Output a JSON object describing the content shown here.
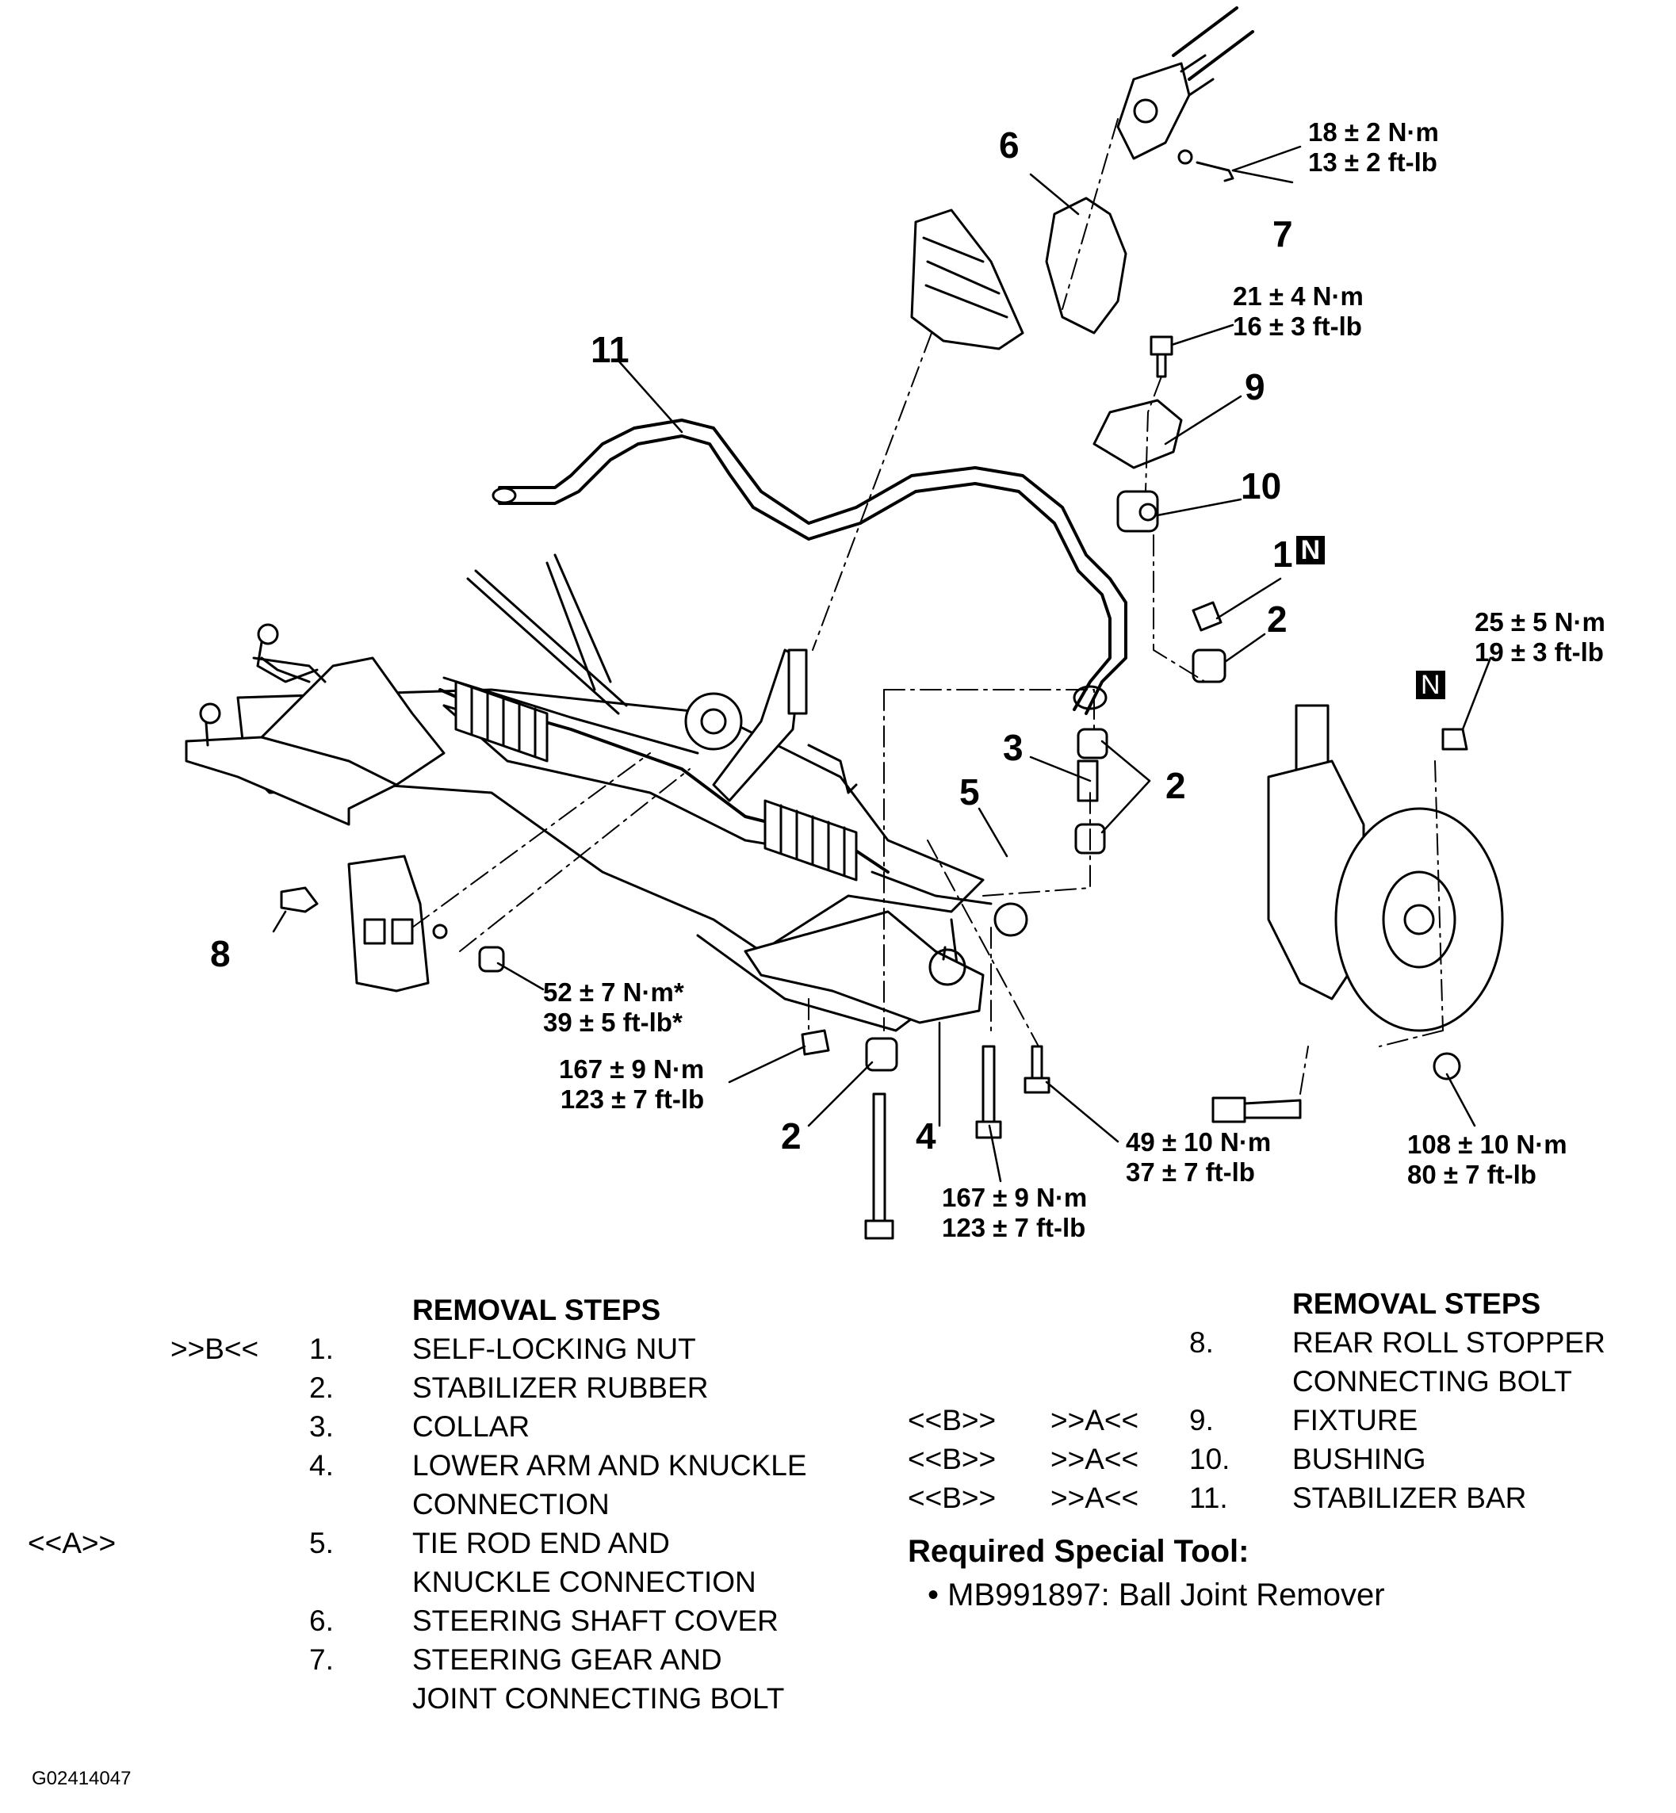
{
  "callouts": {
    "c1": "1",
    "c2a": "2",
    "c2b": "2",
    "c2c": "2",
    "c3": "3",
    "c4": "4",
    "c5": "5",
    "c6": "6",
    "c7": "7",
    "c8": "8",
    "c9": "9",
    "c10": "10",
    "c11": "11",
    "n_tag": "N"
  },
  "torques": {
    "t1": [
      "18 ± 2 N·m",
      "13 ± 2 ft-lb"
    ],
    "t2": [
      "21 ± 4 N·m",
      "16 ± 3 ft-lb"
    ],
    "t3": [
      "25 ± 5 N·m",
      "19 ± 3 ft-lb"
    ],
    "t4": [
      "52 ± 7 N·m*",
      "39 ± 5 ft-lb*"
    ],
    "t5": [
      "167 ± 9 N·m",
      "123 ± 7 ft-lb"
    ],
    "t6": [
      "167 ± 9 N·m",
      "123 ± 7 ft-lb"
    ],
    "t7": [
      "49 ± 10 N·m",
      "37 ± 7 ft-lb"
    ],
    "t8": [
      "108 ± 10 N·m",
      "80 ± 7 ft-lb"
    ]
  },
  "steps_left": {
    "heading": "REMOVAL STEPS",
    "rows": [
      {
        "mark1": "",
        "mark2": ">>B<<",
        "num": "1.",
        "text": "SELF-LOCKING NUT"
      },
      {
        "mark1": "",
        "mark2": "",
        "num": "2.",
        "text": "STABILIZER RUBBER"
      },
      {
        "mark1": "",
        "mark2": "",
        "num": "3.",
        "text": "COLLAR"
      },
      {
        "mark1": "",
        "mark2": "",
        "num": "4.",
        "text": "LOWER ARM AND KNUCKLE"
      },
      {
        "mark1": "",
        "mark2": "",
        "num": "",
        "text": "CONNECTION"
      },
      {
        "mark1": "<<A>>",
        "mark2": "",
        "num": "5.",
        "text": "TIE ROD END AND"
      },
      {
        "mark1": "",
        "mark2": "",
        "num": "",
        "text": "KNUCKLE CONNECTION"
      },
      {
        "mark1": "",
        "mark2": "",
        "num": "6.",
        "text": "STEERING SHAFT COVER"
      },
      {
        "mark1": "",
        "mark2": "",
        "num": "7.",
        "text": "STEERING GEAR AND"
      },
      {
        "mark1": "",
        "mark2": "",
        "num": "",
        "text": "JOINT CONNECTING BOLT"
      }
    ]
  },
  "steps_right": {
    "heading": "REMOVAL STEPS",
    "rows": [
      {
        "mark1": "",
        "mark2": "",
        "num": "8.",
        "text": "REAR ROLL STOPPER"
      },
      {
        "mark1": "",
        "mark2": "",
        "num": "",
        "text": "CONNECTING BOLT"
      },
      {
        "mark1": "<<B>>",
        "mark2": ">>A<<",
        "num": "9.",
        "text": "FIXTURE"
      },
      {
        "mark1": "<<B>>",
        "mark2": ">>A<<",
        "num": "10.",
        "text": "BUSHING"
      },
      {
        "mark1": "<<B>>",
        "mark2": ">>A<<",
        "num": "11.",
        "text": "STABILIZER BAR"
      }
    ]
  },
  "special_tool": {
    "title": "Required Special Tool:",
    "items": [
      "MB991897: Ball Joint Remover"
    ]
  },
  "figure_id": "G02414047"
}
